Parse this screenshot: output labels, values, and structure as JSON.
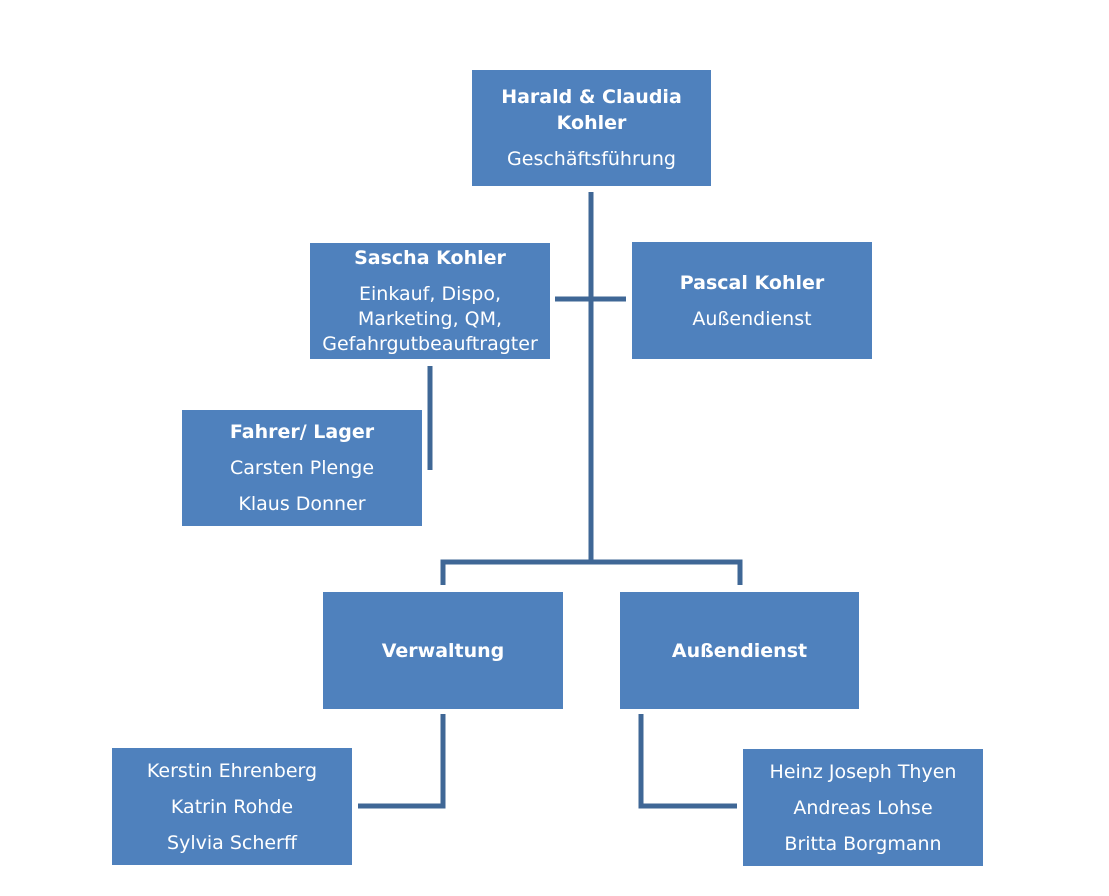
{
  "chart": {
    "top": {
      "name": "Harald & Claudia Kohler",
      "role": "Geschäftsführung"
    },
    "sascha": {
      "name": "Sascha Kohler",
      "role_lines": [
        "Einkauf, Dispo,",
        "Marketing, QM,",
        "Gefahrgutbeauftragter"
      ]
    },
    "pascal": {
      "name": "Pascal Kohler",
      "role": "Außendienst"
    },
    "fahrer": {
      "name": "Fahrer/ Lager",
      "members": [
        "Carsten Plenge",
        "Klaus Donner"
      ]
    },
    "verwaltung": {
      "name": "Verwaltung",
      "members": [
        "Kerstin Ehrenberg",
        "Katrin Rohde",
        "Sylvia Scherff"
      ]
    },
    "aussendienst": {
      "name": "Außendienst",
      "members": [
        "Heinz Joseph Thyen",
        "Andreas Lohse",
        "Britta Borgmann"
      ]
    }
  },
  "colors": {
    "box_fill": "#4f81bd",
    "connector": "#3f6796",
    "text": "#ffffff"
  }
}
